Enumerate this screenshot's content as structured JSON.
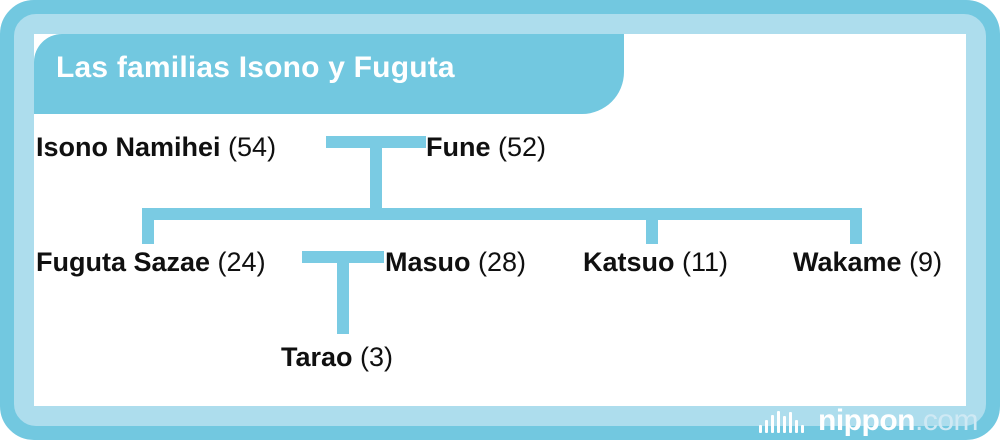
{
  "header": {
    "title": "Las familias Isono y Fuguta",
    "background_color": "#72c8e0",
    "text_color": "#ffffff"
  },
  "frame": {
    "outer_border_color": "#72c8e0",
    "inner_border_color": "#addded",
    "content_background": "#ffffff"
  },
  "tree": {
    "connector_color": "#7acbe3",
    "generations": [
      {
        "id": "generation-1",
        "members": [
          {
            "id": "isono-namihei",
            "name": "Isono Namihei",
            "age": "(54)"
          },
          {
            "id": "fune",
            "name": "Fune",
            "age": "(52)"
          }
        ]
      },
      {
        "id": "generation-2",
        "members": [
          {
            "id": "fuguta-sazae",
            "name": "Fuguta Sazae",
            "age": "(24)"
          },
          {
            "id": "masuo",
            "name": "Masuo",
            "age": "(28)"
          },
          {
            "id": "katsuo",
            "name": "Katsuo",
            "age": "(11)"
          },
          {
            "id": "wakame",
            "name": "Wakame",
            "age": "(9)"
          }
        ]
      },
      {
        "id": "generation-3",
        "members": [
          {
            "id": "tarao",
            "name": "Tarao",
            "age": "(3)"
          }
        ]
      }
    ]
  },
  "logo": {
    "icon": "waveform-icon",
    "word": "nippon",
    "tld": ".com",
    "word_color": "#ffffff",
    "tld_color": "#cfe9f4"
  }
}
